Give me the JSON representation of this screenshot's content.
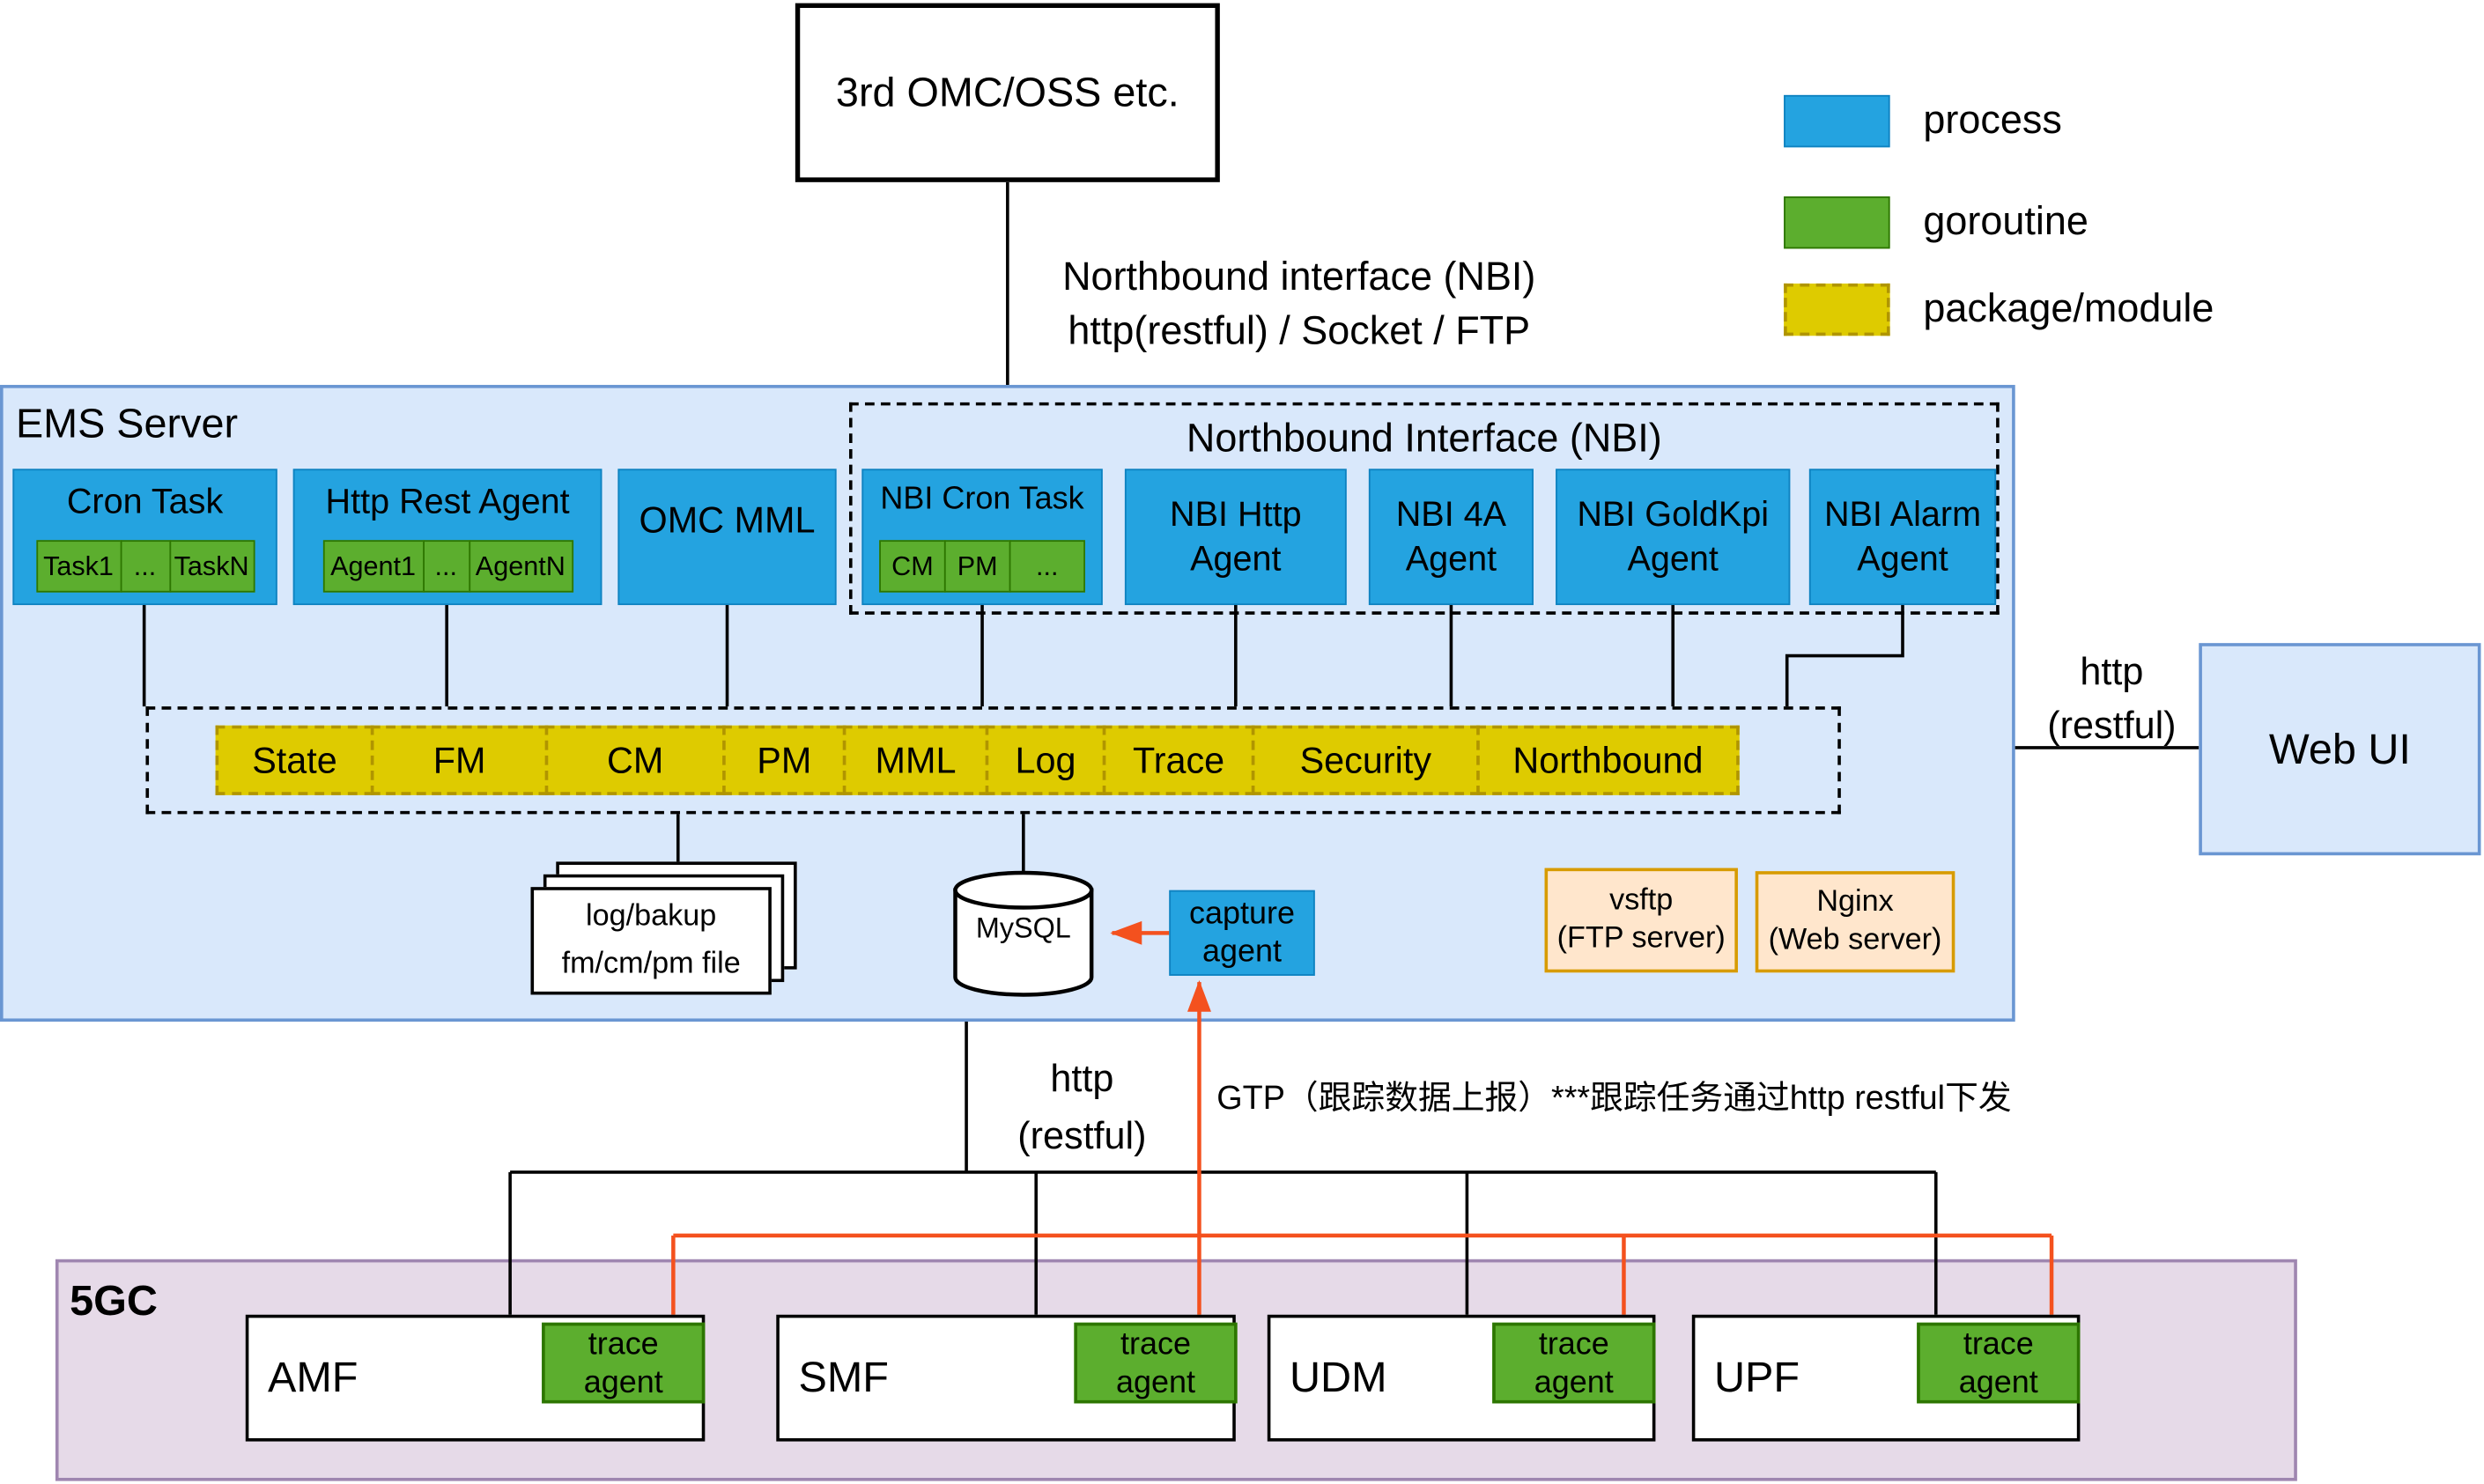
{
  "colors": {
    "process": "#24a3e0",
    "process-border": "#0f82c0",
    "goroutine": "#5cae2e",
    "goroutine-border": "#2d7600",
    "package": "#decb00",
    "package-border": "#b09500",
    "ems-bg": "#d9e8fb",
    "ems-border": "#6a96d2",
    "fivegc-bg": "#e6dae8",
    "fivegc-border": "#9f86b0",
    "server-bg": "#ffe6cc",
    "server-border": "#d79b00",
    "orange": "#f4511e"
  },
  "legend": {
    "process": "process",
    "goroutine": "goroutine",
    "package": "package/module"
  },
  "top": {
    "omc_box": "3rd OMC/OSS etc.",
    "nbi_link_label": "Northbound interface (NBI)\nhttp(restful) / Socket / FTP"
  },
  "ems": {
    "title": "EMS Server",
    "cron_task": {
      "title": "Cron Task",
      "subs": [
        "Task1",
        "...",
        "TaskN"
      ]
    },
    "http_rest_agent": {
      "title": "Http Rest Agent",
      "subs": [
        "Agent1",
        "...",
        "AgentN"
      ]
    },
    "omc_mml": "OMC MML",
    "nbi": {
      "title": "Northbound Interface (NBI)",
      "cron_task": {
        "title": "NBI Cron Task",
        "subs": [
          "CM",
          "PM",
          "..."
        ]
      },
      "agents": [
        "NBI Http\nAgent",
        "NBI 4A\nAgent",
        "NBI GoldKpi\nAgent",
        "NBI Alarm\nAgent"
      ]
    },
    "packages": [
      "State",
      "FM",
      "CM",
      "PM",
      "MML",
      "Log",
      "Trace",
      "Security",
      "Northbound"
    ],
    "files": "log/bakup\nfm/cm/pm file",
    "mysql": "MySQL",
    "capture_agent": "capture\nagent",
    "vsftp": "vsftp\n(FTP server)",
    "nginx": "Nginx\n(Web server)"
  },
  "web_ui": "Web UI",
  "links": {
    "web_ui_http": "http\n(restful)",
    "fivegc_http": "http\n(restful)",
    "gtp": "GTP（跟踪数据上报）***跟踪任务通过http restful下发"
  },
  "fivegc": {
    "title": "5GC",
    "nfs": [
      "AMF",
      "SMF",
      "UDM",
      "UPF"
    ],
    "trace_agent": "trace\nagent"
  }
}
